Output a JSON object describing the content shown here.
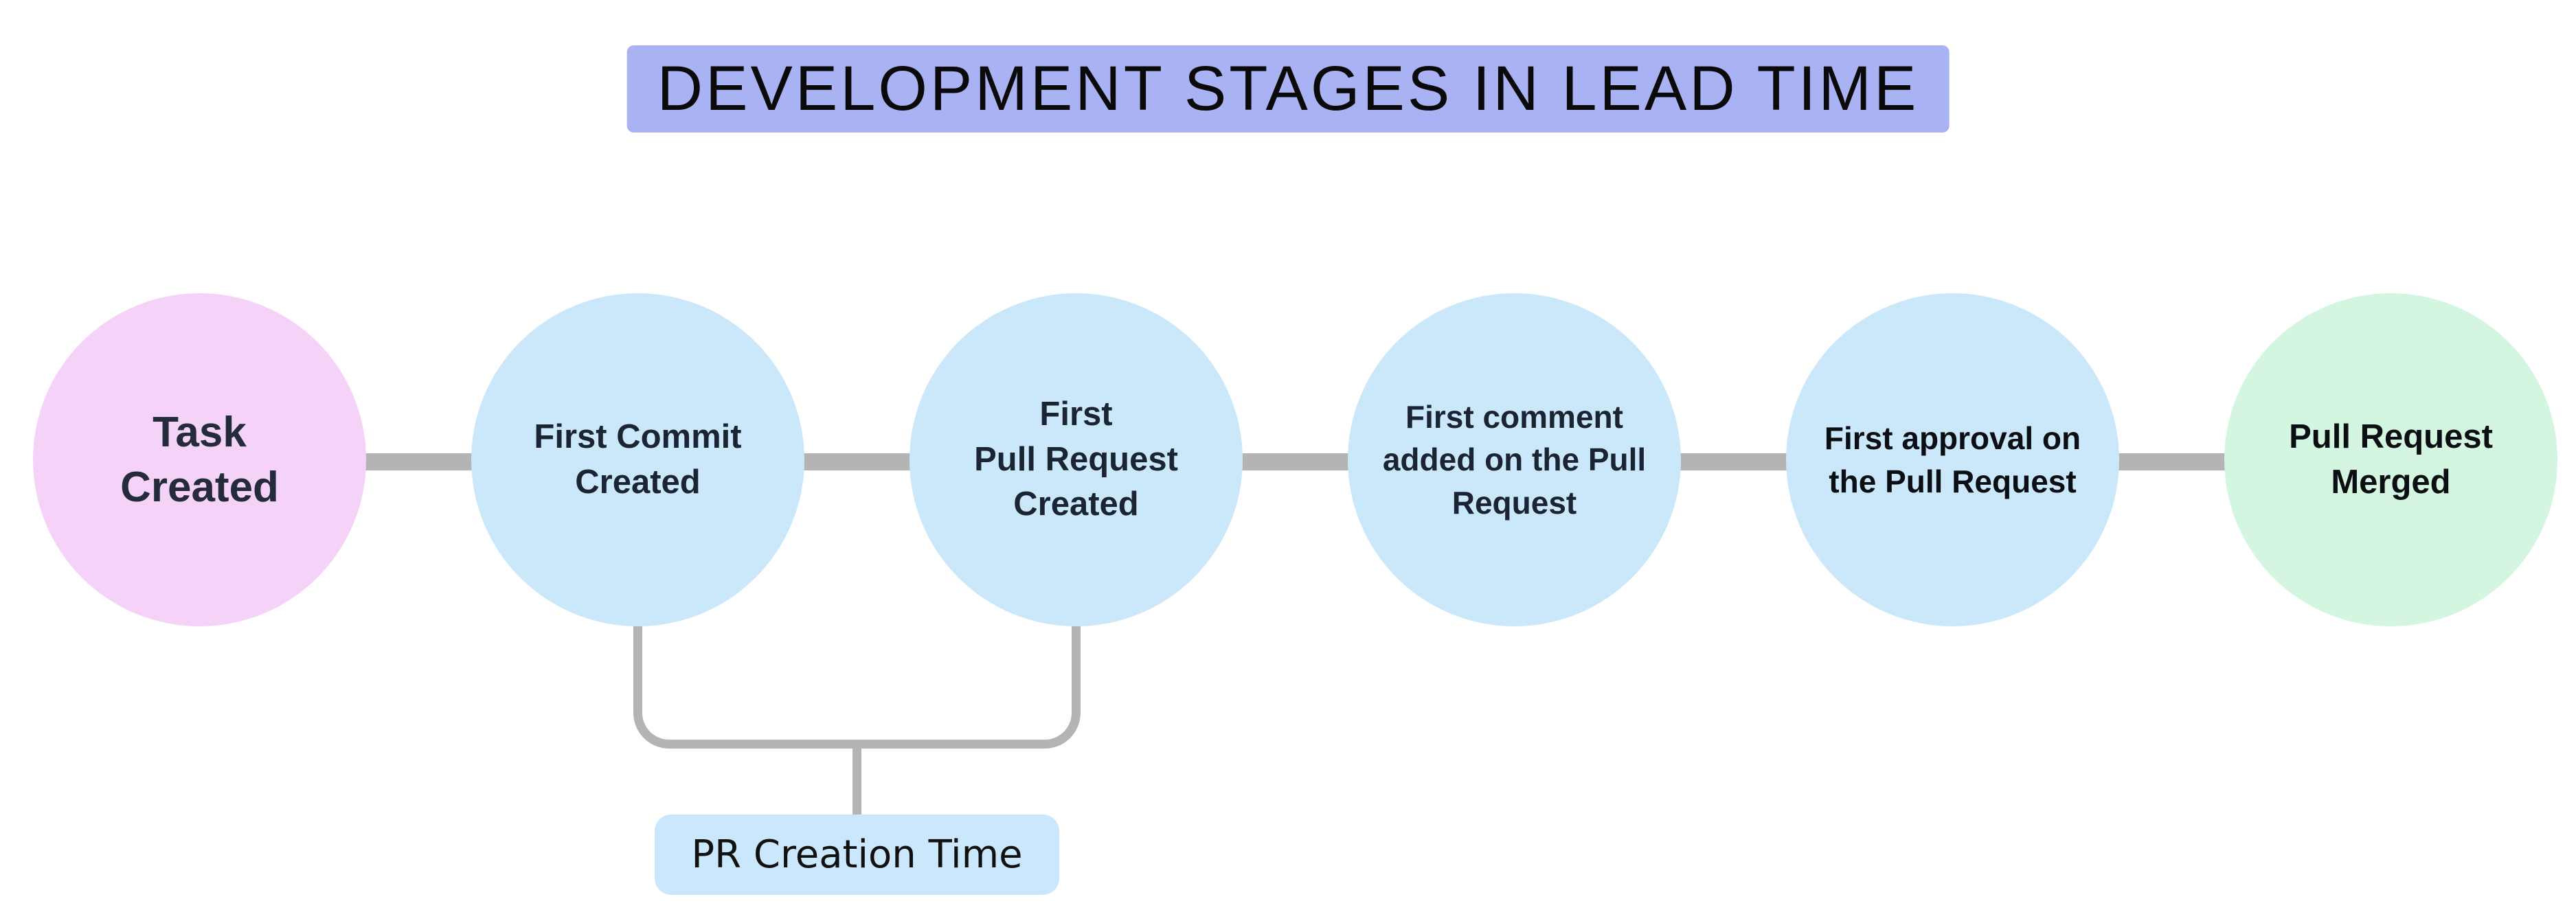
{
  "title": {
    "text": "DEVELOPMENT STAGES IN LEAD TIME"
  },
  "flow": {
    "stages": [
      {
        "label": "Task\nCreated",
        "color": "#f5d2f8",
        "text_color": "#242b3a"
      },
      {
        "label": "First Commit\nCreated",
        "color": "#cbe8fb",
        "text_color": "#1b2433"
      },
      {
        "label": "First\nPull Request\nCreated",
        "color": "#cbe8fb",
        "text_color": "#1b2433"
      },
      {
        "label": "First comment\nadded on the Pull\nRequest",
        "color": "#cbe8fb",
        "text_color": "#1b2433"
      },
      {
        "label": "First approval on\nthe Pull Request",
        "color": "#cbe8fb",
        "text_color": "#0b0e13"
      },
      {
        "label": "Pull Request\nMerged",
        "color": "#d4f6e1",
        "text_color": "#0b0e13"
      }
    ]
  },
  "annotation": {
    "label": "PR Creation Time",
    "background": "#cae7fb",
    "text_color": "#111111"
  },
  "colors": {
    "page_bg": "#ffffff",
    "title_bg": "#a9b2f2",
    "title_text": "#0a0a0a",
    "connector": "#b4b4b4",
    "stage_pink": "#f5d2f8",
    "stage_blue": "#cbe8fb",
    "stage_green": "#d4f6e1",
    "annotation_bg": "#cae7fb"
  }
}
